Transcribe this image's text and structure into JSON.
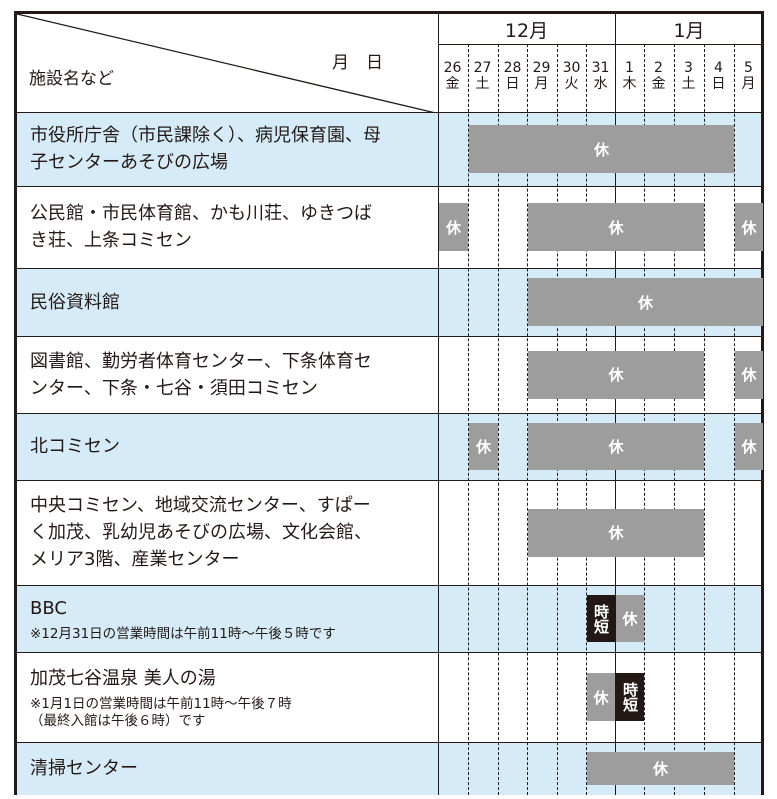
{
  "header": {
    "facility_label": "施設名など",
    "month_day_label": "月　日",
    "months": [
      {
        "label": "12月",
        "days": 6
      },
      {
        "label": "1月",
        "days": 5
      }
    ],
    "days": [
      {
        "d": "26",
        "w": "金"
      },
      {
        "d": "27",
        "w": "土"
      },
      {
        "d": "28",
        "w": "日"
      },
      {
        "d": "29",
        "w": "月"
      },
      {
        "d": "30",
        "w": "火"
      },
      {
        "d": "31",
        "w": "水"
      },
      {
        "d": "1",
        "w": "木"
      },
      {
        "d": "2",
        "w": "金"
      },
      {
        "d": "3",
        "w": "土"
      },
      {
        "d": "4",
        "w": "日"
      },
      {
        "d": "5",
        "w": "月"
      }
    ]
  },
  "colors": {
    "blue": "#d5ecf8",
    "closed": "#9d9d9d",
    "short": "#231815"
  },
  "rows": [
    {
      "blue": true,
      "lines": [
        "市役所庁舎（市民課除く）、病児保育園、母",
        "子センターあそびの広場"
      ],
      "notes": [],
      "bars": [
        {
          "from": 1,
          "to": 9,
          "label": "休",
          "type": "closed"
        }
      ]
    },
    {
      "blue": false,
      "lines": [
        "公民館・市民体育館、かも川荘、ゆきつば",
        "き荘、上条コミセン"
      ],
      "notes": [],
      "bars": [
        {
          "from": 0,
          "to": 0,
          "label": "休",
          "type": "closed"
        },
        {
          "from": 3,
          "to": 8,
          "label": "休",
          "type": "closed"
        },
        {
          "from": 10,
          "to": 10,
          "label": "休",
          "type": "closed"
        }
      ]
    },
    {
      "blue": true,
      "lines": [
        "民俗資料館"
      ],
      "notes": [],
      "bars": [
        {
          "from": 3,
          "to": 10,
          "label": "休",
          "type": "closed"
        }
      ]
    },
    {
      "blue": false,
      "lines": [
        "図書館、勤労者体育センター、下条体育セ",
        "ンター、下条・七谷・須田コミセン"
      ],
      "notes": [],
      "bars": [
        {
          "from": 3,
          "to": 8,
          "label": "休",
          "type": "closed"
        },
        {
          "from": 10,
          "to": 10,
          "label": "休",
          "type": "closed"
        }
      ]
    },
    {
      "blue": true,
      "lines": [
        "北コミセン"
      ],
      "notes": [],
      "bars": [
        {
          "from": 1,
          "to": 1,
          "label": "休",
          "type": "closed"
        },
        {
          "from": 3,
          "to": 8,
          "label": "休",
          "type": "closed"
        },
        {
          "from": 10,
          "to": 10,
          "label": "休",
          "type": "closed"
        }
      ]
    },
    {
      "blue": false,
      "lines": [
        "中央コミセン、地域交流センター、すぱー",
        "く加茂、乳幼児あそびの広場、文化会館、",
        "メリア3階、産業センター"
      ],
      "notes": [],
      "bars": [
        {
          "from": 3,
          "to": 8,
          "label": "休",
          "type": "closed"
        }
      ]
    },
    {
      "blue": true,
      "lines": [
        "BBC"
      ],
      "notes": [
        "※12月31日の営業時間は午前11時～午後５時です"
      ],
      "bars": [
        {
          "from": 5,
          "to": 5,
          "label": "時短",
          "type": "short"
        },
        {
          "from": 6,
          "to": 6,
          "label": "休",
          "type": "closed"
        }
      ]
    },
    {
      "blue": false,
      "lines": [
        "加茂七谷温泉 美人の湯"
      ],
      "notes": [
        "※1月1日の営業時間は午前11時～午後７時",
        "（最終入館は午後６時）です"
      ],
      "bars": [
        {
          "from": 5,
          "to": 5,
          "label": "休",
          "type": "closed"
        },
        {
          "from": 6,
          "to": 6,
          "label": "時短",
          "type": "short"
        }
      ]
    },
    {
      "blue": true,
      "lines": [
        "清掃センター"
      ],
      "notes": [],
      "bars": [
        {
          "from": 5,
          "to": 9,
          "label": "休",
          "type": "closed"
        }
      ]
    }
  ]
}
